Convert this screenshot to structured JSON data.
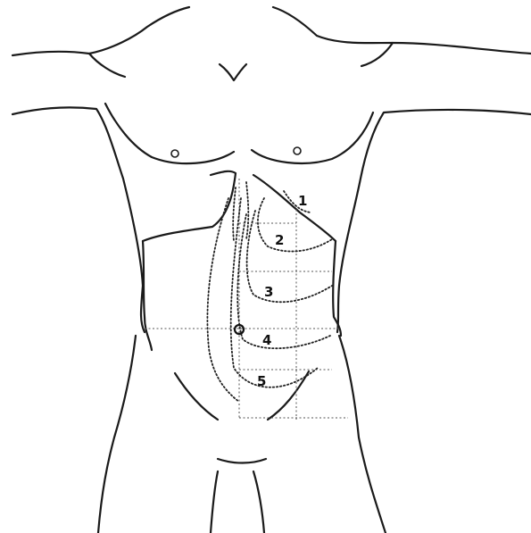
{
  "figure": {
    "zones": [
      {
        "id": "1",
        "label": "1"
      },
      {
        "id": "2",
        "label": "2"
      },
      {
        "id": "3",
        "label": "3"
      },
      {
        "id": "4",
        "label": "4"
      },
      {
        "id": "5",
        "label": "5"
      }
    ],
    "colors": {
      "line": "#1a1a1a",
      "background": "#ffffff"
    }
  }
}
